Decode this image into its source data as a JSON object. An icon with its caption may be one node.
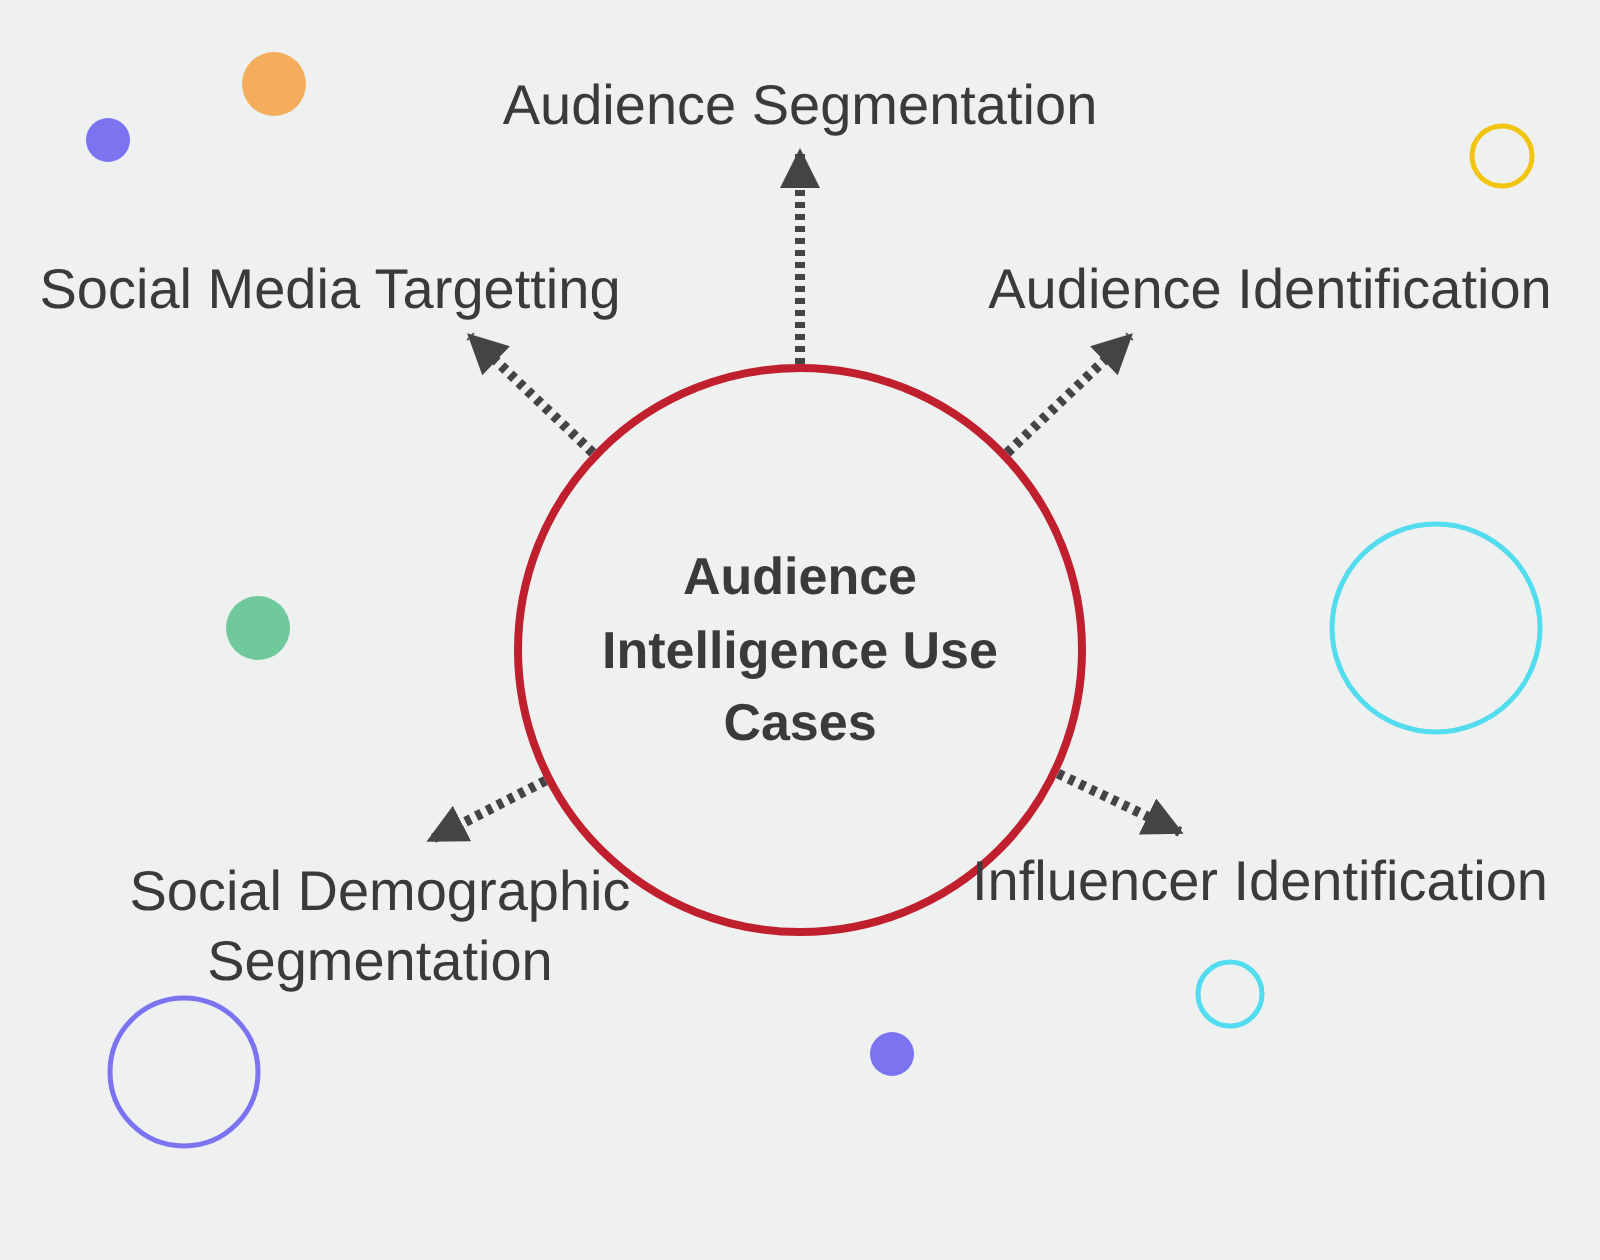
{
  "diagram": {
    "nodes": [
      {
        "text": [
          "Audience Segmentation"
        ]
      },
      {
        "text": [
          "Social Media Targetting"
        ]
      },
      {
        "text": [
          "Audience Identification"
        ]
      },
      {
        "text": [
          "Audience Intelligence Use Cases"
        ]
      },
      {
        "text": [
          "Social Demographic Segmentation"
        ]
      },
      {
        "text": [
          "Influencer Identification"
        ]
      }
    ],
    "edges": [
      {
        "from": 3,
        "to": 0,
        "arrow": "to",
        "style": "dashed"
      },
      {
        "from": 3,
        "to": 1,
        "arrow": "to",
        "style": "dashed"
      },
      {
        "from": 3,
        "to": 2,
        "arrow": "to",
        "style": "dashed"
      },
      {
        "from": 3,
        "to": 4,
        "arrow": "to",
        "style": "dashed"
      },
      {
        "from": 3,
        "to": 5,
        "arrow": "to",
        "style": "dashed"
      }
    ]
  }
}
